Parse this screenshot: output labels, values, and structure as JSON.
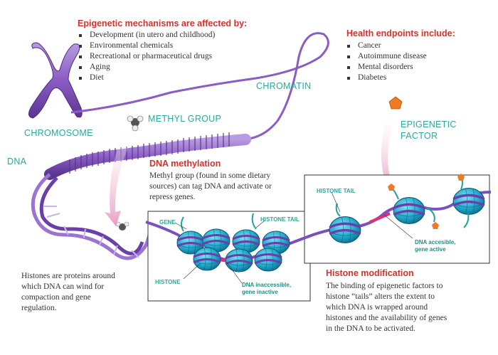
{
  "epigenetic_mechanisms": {
    "heading": "Epigenetic mechanisms are affected by:",
    "items": [
      "Development (in utero and childhood)",
      "Environmental chemicals",
      "Recreational or pharmaceutical drugs",
      "Aging",
      "Diet"
    ]
  },
  "health_endpoints": {
    "heading": "Health endpoints include:",
    "items": [
      "Cancer",
      "Autoimmune disease",
      "Mental disorders",
      "Diabetes"
    ]
  },
  "labels": {
    "chromatin": "CHROMATIN",
    "methyl_group": "METHYL GROUP",
    "chromosome": "CHROMOSOME",
    "epigenetic_factor_line1": "EPIGENETIC",
    "epigenetic_factor_line2": "FACTOR",
    "dna": "DNA",
    "histone_tail_right": "HISTONE TAIL",
    "gene": "GENE",
    "histone_tail_center": "HISTONE TAIL",
    "histone": "HISTONE",
    "dna_inaccessible_line1": "DNA inaccessible,",
    "dna_inaccessible_line2": "gene inactive",
    "dna_accessible_line1": "DNA accesible,",
    "dna_accessible_line2": "gene active"
  },
  "dna_methylation": {
    "heading": "DNA methylation",
    "text": "Methyl group (found in some dietary sources) can tag DNA and activate or repress genes."
  },
  "histones_caption": "Histones are proteins around which DNA can wind for compaction and gene regulation.",
  "histone_modification": {
    "heading": "Histone modification",
    "text": "The binding of epigenetic factors to histone “tails” alters the extent to which DNA is wrapped around histones and the availability of genes in the DNA to be activated."
  },
  "colors": {
    "red": "#d9302c",
    "teal": "#2aa89c",
    "purple": "#8b5cc4",
    "histone_blue": "#2bb8d8",
    "gene_pink": "#e0307a",
    "factor_orange": "#ee7a22"
  }
}
